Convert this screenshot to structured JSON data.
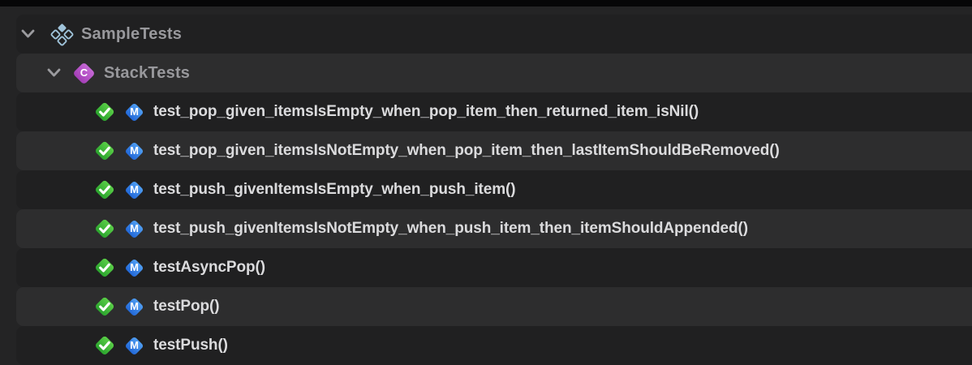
{
  "tree": {
    "suite": {
      "label": "SampleTests",
      "expanded": true
    },
    "test_class": {
      "label": "StackTests",
      "badge": "C",
      "expanded": true
    },
    "method_badge": "M",
    "tests": [
      {
        "label": "test_pop_given_itemsIsEmpty_when_pop_item_then_returned_item_isNil()",
        "status": "passed"
      },
      {
        "label": "test_pop_given_itemsIsNotEmpty_when_pop_item_then_lastItemShouldBeRemoved()",
        "status": "passed"
      },
      {
        "label": "test_push_givenItemsIsEmpty_when_push_item()",
        "status": "passed"
      },
      {
        "label": "test_push_givenItemsIsNotEmpty_when_push_item_then_itemShouldAppended()",
        "status": "passed"
      },
      {
        "label": "testAsyncPop()",
        "status": "passed"
      },
      {
        "label": "testPop()",
        "status": "passed"
      },
      {
        "label": "testPush()",
        "status": "passed"
      }
    ]
  },
  "colors": {
    "background": "#242425",
    "row_highlight": "#2d2d2e",
    "passed_green": "#3fb83a",
    "method_blue": "#3a8ae6",
    "class_purple": "#b750c8",
    "suite_icon_blue": "#9fc3da",
    "header_text": "#98989c",
    "test_text": "#dbdbdd"
  }
}
